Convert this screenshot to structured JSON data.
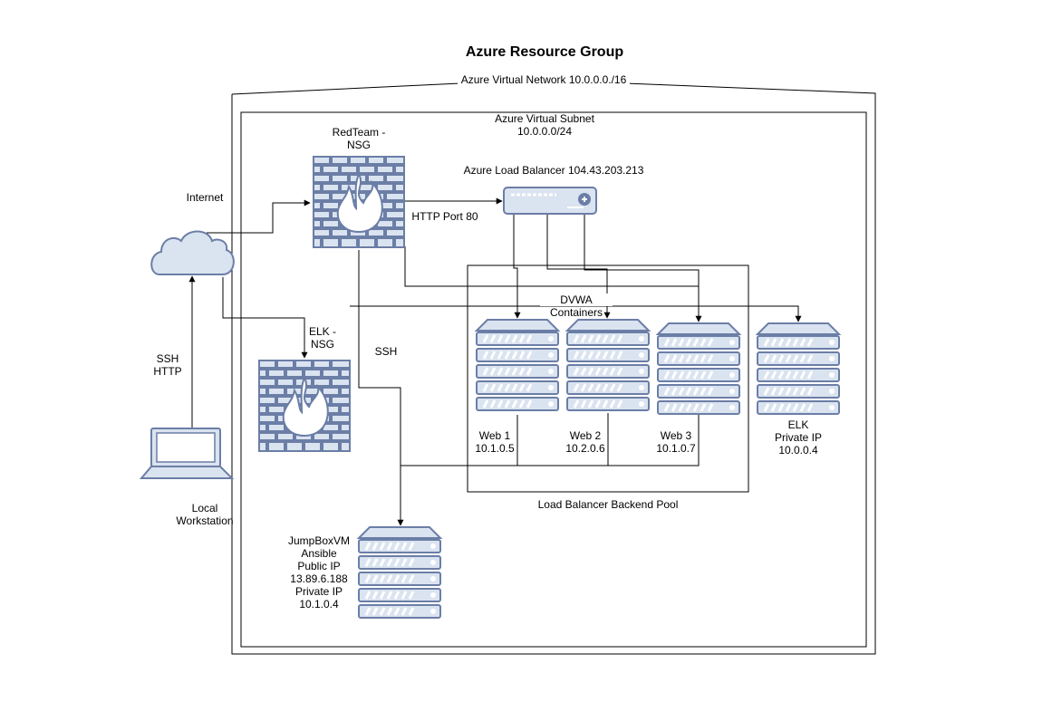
{
  "title": "Azure Resource Group",
  "vnet_label": "Azure Virtual Network 10.0.0.0./16",
  "subnet_label": [
    "Azure Virtual Subnet",
    "10.0.0.0/24"
  ],
  "lb_label": "Azure Load Balancer 104.43.203.213",
  "internet_label": "Internet",
  "redteam_nsg_label": [
    "RedTeam -",
    "NSG"
  ],
  "http_port_label": "HTTP Port 80",
  "dvwa_label": [
    "DVWA",
    "Containers"
  ],
  "elk_nsg_label": [
    "ELK -",
    "NSG"
  ],
  "ssh_label": "SSH",
  "ssh_http_label": [
    "SSH",
    "HTTP"
  ],
  "local_ws_label": [
    "Local",
    "Workstation"
  ],
  "web1_label": [
    "Web 1",
    "10.1.0.5"
  ],
  "web2_label": [
    "Web 2",
    "10.2.0.6"
  ],
  "web3_label": [
    "Web 3",
    "10.1.0.7"
  ],
  "elk_label": [
    "ELK",
    "Private IP",
    "10.0.0.4"
  ],
  "backend_pool_label": "Load Balancer Backend Pool",
  "jumpbox_label": [
    "JumpBoxVM",
    "Ansible",
    "Public IP",
    "13.89.6.188",
    "Private IP",
    "10.1.0.4"
  ],
  "colors": {
    "icon_fill": "#dae3f0",
    "icon_stroke": "#6b7ea6",
    "line": "#000000"
  },
  "icons": [
    "cloud-icon",
    "firewall-icon",
    "load-balancer-icon",
    "server-icon",
    "laptop-icon"
  ]
}
